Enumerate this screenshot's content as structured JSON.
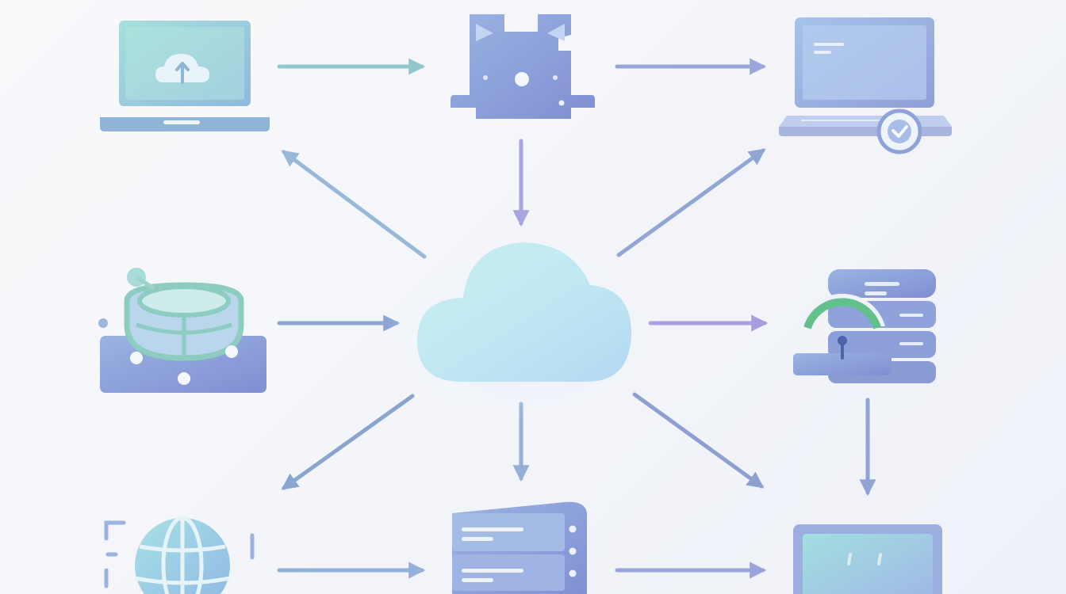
{
  "diagram": {
    "background": "#f4f6fa",
    "palette": {
      "teal": "#9ed8d8",
      "teal_light": "#c8ecef",
      "periwinkle": "#8e9fd6",
      "blue": "#9fb9e0",
      "lavender": "#a89be0",
      "cloud": "#bfe8f2",
      "green": "#62c08a",
      "arrow": "#8fa8d2"
    },
    "nodes": [
      {
        "name": "laptop-cloud-upload-node",
        "icon": "laptop-cloud-upload-icon"
      },
      {
        "name": "network-switch-node",
        "icon": "network-switch-icon"
      },
      {
        "name": "laptop-verified-node",
        "icon": "laptop-checkmark-icon"
      },
      {
        "name": "database-hub-node",
        "icon": "database-hub-icon"
      },
      {
        "name": "central-cloud-node",
        "icon": "cloud-icon"
      },
      {
        "name": "server-gauge-node",
        "icon": "server-gauge-icon"
      },
      {
        "name": "globe-node",
        "icon": "globe-icon"
      },
      {
        "name": "server-rack-node",
        "icon": "server-rack-icon"
      },
      {
        "name": "monitor-node",
        "icon": "monitor-icon"
      }
    ],
    "edges": [
      {
        "from": "laptop-cloud-upload-node",
        "to": "network-switch-node"
      },
      {
        "from": "network-switch-node",
        "to": "laptop-verified-node"
      },
      {
        "from": "network-switch-node",
        "to": "central-cloud-node"
      },
      {
        "from": "central-cloud-node",
        "to": "laptop-cloud-upload-node"
      },
      {
        "from": "central-cloud-node",
        "to": "laptop-verified-node"
      },
      {
        "from": "database-hub-node",
        "to": "central-cloud-node"
      },
      {
        "from": "central-cloud-node",
        "to": "server-gauge-node"
      },
      {
        "from": "central-cloud-node",
        "to": "globe-node"
      },
      {
        "from": "central-cloud-node",
        "to": "server-rack-node"
      },
      {
        "from": "central-cloud-node",
        "to": "monitor-node"
      },
      {
        "from": "server-gauge-node",
        "to": "monitor-node"
      },
      {
        "from": "globe-node",
        "to": "server-rack-node"
      },
      {
        "from": "server-rack-node",
        "to": "monitor-node"
      }
    ]
  }
}
